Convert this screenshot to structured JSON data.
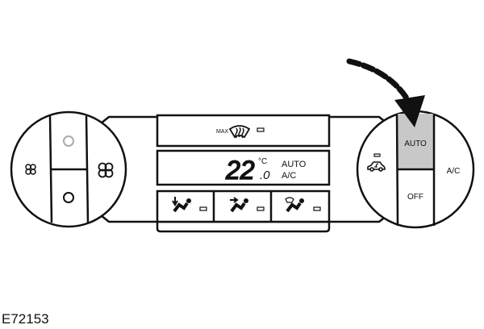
{
  "left_control": {
    "icons": [
      "fan-low-icon",
      "fan-high-icon",
      "indicator-grey-circle-icon",
      "indicator-black-circle-icon"
    ]
  },
  "display": {
    "top_label": "MAX",
    "top_icon": "windscreen-defrost-icon",
    "temperature": "22",
    "temperature_decimal": ".0",
    "unit": "°C",
    "mode_auto": "AUTO",
    "mode_ac": "A/C",
    "airflow_icons": [
      "airflow-feet-icon",
      "airflow-face-icon",
      "airflow-windscreen-icon"
    ]
  },
  "right_control": {
    "auto_label": "AUTO",
    "off_label": "OFF",
    "ac_label": "A/C",
    "recirc_icon": "air-recirculation-icon",
    "highlight_color": "#c8c8c8"
  },
  "pointer": "arrow-pointing-to-auto",
  "caption": "E72153"
}
